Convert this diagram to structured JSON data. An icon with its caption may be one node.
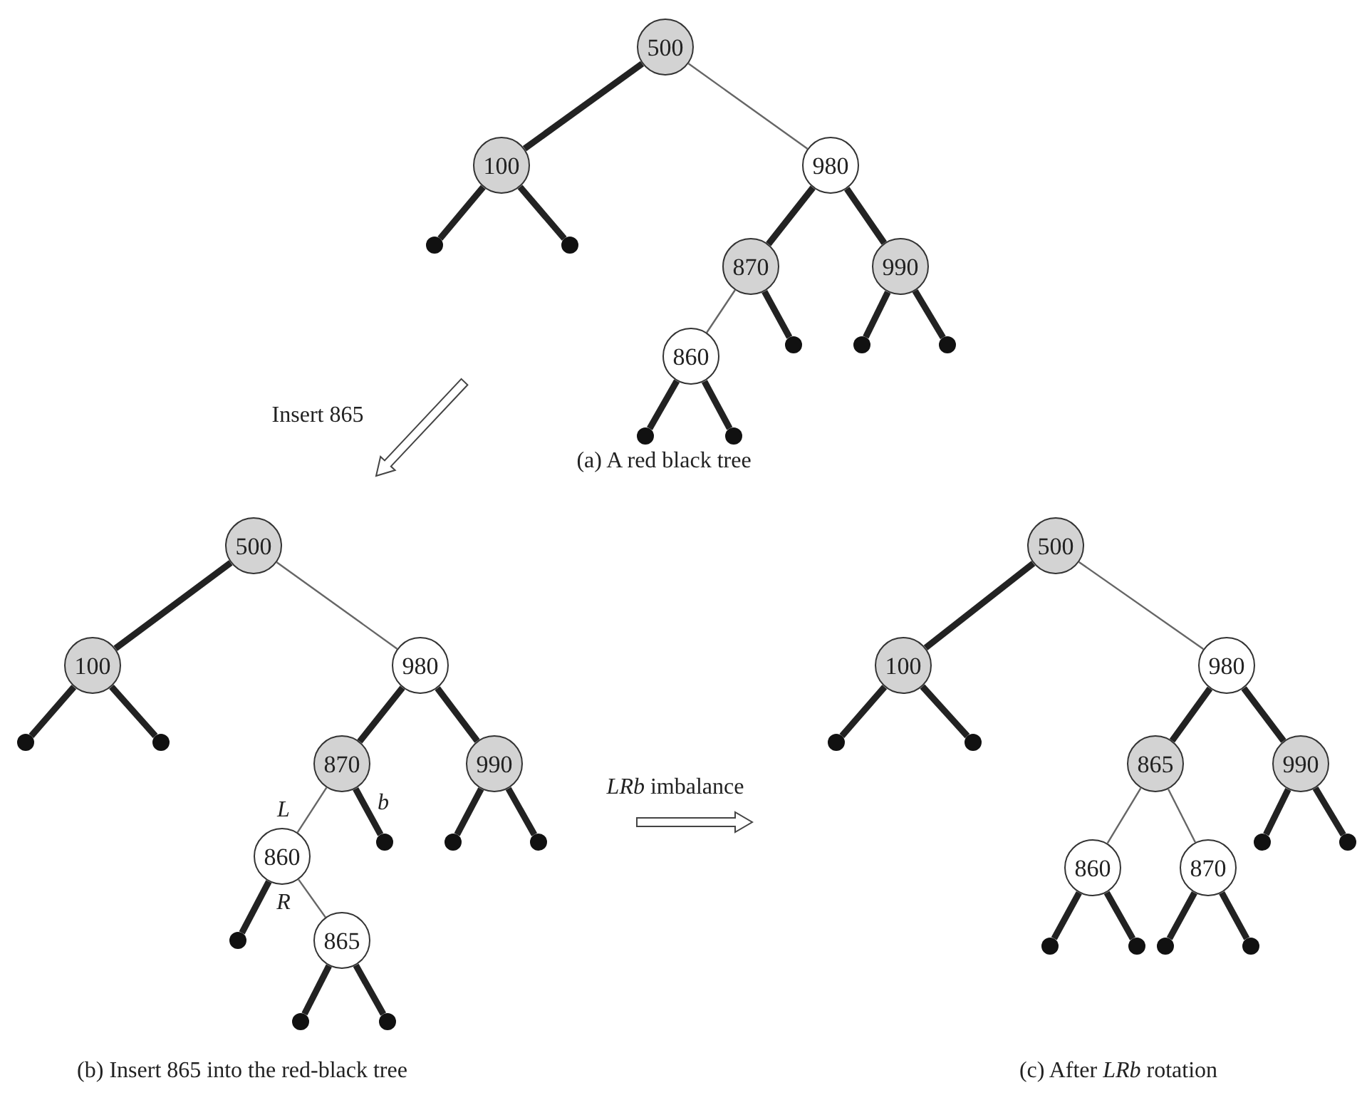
{
  "diagram": {
    "nodes": [
      {
        "text": [
          "500"
        ]
      },
      {
        "text": [
          "100"
        ]
      },
      {
        "text": [
          "980"
        ]
      },
      {
        "text": [],
        "shape": "circle"
      },
      {
        "text": [],
        "shape": "circle"
      },
      {
        "text": [
          "870"
        ]
      },
      {
        "text": [
          "990"
        ]
      },
      {
        "text": [],
        "shape": "circle"
      },
      {
        "text": [],
        "shape": "circle"
      },
      {
        "text": [],
        "shape": "circle"
      },
      {
        "text": [
          "860"
        ]
      },
      {
        "text": [],
        "shape": "circle"
      },
      {
        "text": [],
        "shape": "circle"
      },
      {
        "text": [
          "500"
        ]
      },
      {
        "text": [
          "100"
        ]
      },
      {
        "text": [
          "980"
        ]
      },
      {
        "text": [],
        "shape": "circle"
      },
      {
        "text": [],
        "shape": "circle"
      },
      {
        "text": [
          "870"
        ]
      },
      {
        "text": [
          "990"
        ]
      },
      {
        "text": [],
        "shape": "circle"
      },
      {
        "text": [],
        "shape": "circle"
      },
      {
        "text": [],
        "shape": "circle"
      },
      {
        "text": [
          "860"
        ]
      },
      {
        "text": [],
        "shape": "circle"
      },
      {
        "text": [
          "865"
        ]
      },
      {
        "text": [],
        "shape": "circle"
      },
      {
        "text": [],
        "shape": "circle"
      },
      {
        "text": [
          "500"
        ]
      },
      {
        "text": [
          "100"
        ]
      },
      {
        "text": [
          "980"
        ]
      },
      {
        "text": [],
        "shape": "circle"
      },
      {
        "text": [],
        "shape": "circle"
      },
      {
        "text": [
          "865"
        ]
      },
      {
        "text": [
          "990"
        ]
      },
      {
        "text": [],
        "shape": "circle"
      },
      {
        "text": [],
        "shape": "circle"
      },
      {
        "text": [
          "860"
        ]
      },
      {
        "text": [
          "870"
        ]
      },
      {
        "text": [],
        "shape": "circle"
      },
      {
        "text": [],
        "shape": "circle"
      },
      {
        "text": [],
        "shape": "circle"
      },
      {
        "text": [],
        "shape": "circle"
      }
    ],
    "edges": [
      {
        "from": 0,
        "to": 1,
        "arrow": "none"
      },
      {
        "from": 0,
        "to": 2,
        "arrow": "none",
        "color": "#666666"
      },
      {
        "from": 1,
        "to": 3,
        "arrow": "none"
      },
      {
        "from": 1,
        "to": 4,
        "arrow": "none"
      },
      {
        "from": 2,
        "to": 5,
        "arrow": "none"
      },
      {
        "from": 2,
        "to": 6,
        "arrow": "none"
      },
      {
        "from": 5,
        "to": 10,
        "arrow": "none",
        "color": "#666666"
      },
      {
        "from": 5,
        "to": 7,
        "arrow": "none"
      },
      {
        "from": 6,
        "to": 8,
        "arrow": "none"
      },
      {
        "from": 6,
        "to": 9,
        "arrow": "none"
      },
      {
        "from": 10,
        "to": 11,
        "arrow": "none"
      },
      {
        "from": 10,
        "to": 12,
        "arrow": "none"
      },
      {
        "from": 13,
        "to": 14,
        "arrow": "none"
      },
      {
        "from": 13,
        "to": 15,
        "arrow": "none",
        "color": "#666666"
      },
      {
        "from": 14,
        "to": 16,
        "arrow": "none"
      },
      {
        "from": 14,
        "to": 17,
        "arrow": "none"
      },
      {
        "from": 15,
        "to": 18,
        "arrow": "none"
      },
      {
        "from": 15,
        "to": 19,
        "arrow": "none"
      },
      {
        "from": 18,
        "to": 23,
        "arrow": "none",
        "color": "#666666",
        "label": "L"
      },
      {
        "from": 18,
        "to": 20,
        "arrow": "none",
        "label": "b"
      },
      {
        "from": 19,
        "to": 21,
        "arrow": "none"
      },
      {
        "from": 19,
        "to": 22,
        "arrow": "none"
      },
      {
        "from": 23,
        "to": 24,
        "arrow": "none"
      },
      {
        "from": 23,
        "to": 25,
        "arrow": "none",
        "color": "#666666",
        "label": "R"
      },
      {
        "from": 25,
        "to": 26,
        "arrow": "none"
      },
      {
        "from": 25,
        "to": 27,
        "arrow": "none"
      },
      {
        "from": 28,
        "to": 29,
        "arrow": "none"
      },
      {
        "from": 28,
        "to": 30,
        "arrow": "none",
        "color": "#666666"
      },
      {
        "from": 29,
        "to": 31,
        "arrow": "none"
      },
      {
        "from": 29,
        "to": 32,
        "arrow": "none"
      },
      {
        "from": 30,
        "to": 33,
        "arrow": "none"
      },
      {
        "from": 30,
        "to": 34,
        "arrow": "none"
      },
      {
        "from": 33,
        "to": 37,
        "arrow": "none",
        "color": "#666666"
      },
      {
        "from": 33,
        "to": 38,
        "arrow": "none",
        "color": "#666666"
      },
      {
        "from": 34,
        "to": 35,
        "arrow": "none"
      },
      {
        "from": 34,
        "to": 36,
        "arrow": "none"
      },
      {
        "from": 37,
        "to": 39,
        "arrow": "none"
      },
      {
        "from": 37,
        "to": 40,
        "arrow": "none"
      },
      {
        "from": 38,
        "to": 41,
        "arrow": "none"
      },
      {
        "from": 38,
        "to": 42,
        "arrow": "none"
      }
    ],
    "labels": [
      "Insert 865",
      "(a) A red black tree",
      "*LRb* imbalance",
      "(b) Insert 865 into the red-black tree",
      "(c) After *LRb* rotation"
    ]
  }
}
